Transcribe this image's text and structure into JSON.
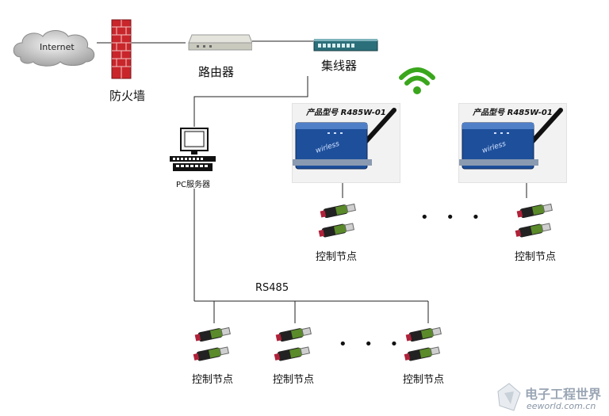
{
  "internet": {
    "label": "Internet"
  },
  "firewall": {
    "label": "防火墙"
  },
  "router": {
    "label": "路由器"
  },
  "hub": {
    "label": "集线器"
  },
  "pc_server": {
    "label": "PC服务器"
  },
  "bus": {
    "label": "RS485"
  },
  "modems": [
    {
      "title": "产品型号 R485W-01"
    },
    {
      "title": "产品型号 R485W-01"
    }
  ],
  "wireless_nodes": [
    {
      "label": "控制节点"
    },
    {
      "label": "控制节点"
    }
  ],
  "wired_nodes": [
    {
      "label": "控制节点"
    },
    {
      "label": "控制节点"
    },
    {
      "label": "控制节点"
    }
  ],
  "ellipsis": "• • •",
  "watermark": {
    "name": "电子工程世界",
    "url": "eeworld.com.cn"
  },
  "colors": {
    "wifi": "#3aa61c",
    "modem": "#1e4f9a",
    "firewall": "#c8262b"
  }
}
